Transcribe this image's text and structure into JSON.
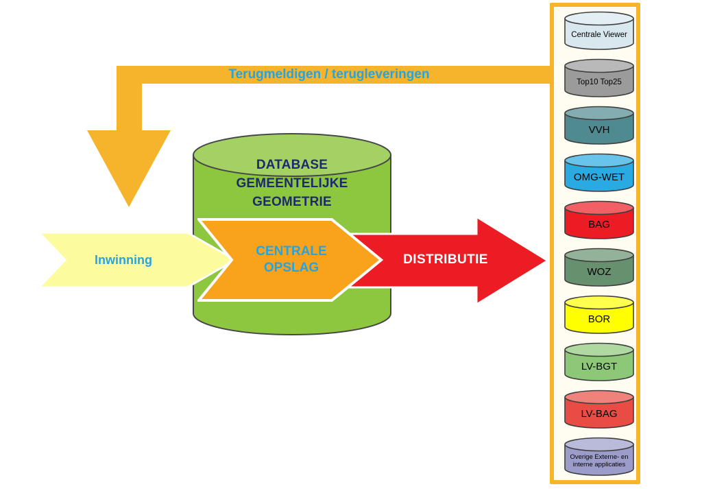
{
  "feedback": {
    "label": "Terugmeldigen / terugleveringen",
    "color": "#F6B42C"
  },
  "database": {
    "title": "DATABASE\nGEMEENTELIJKE\nGEOMETRIE",
    "color": "#8DC63F",
    "top_color": "#A3D163",
    "title_color": "#1B2A6E"
  },
  "arrows": {
    "inwinning": {
      "label": "Inwinning",
      "color": "#FCFC9E"
    },
    "centrale_opslag": {
      "label": "CENTRALE\nOPSLAG",
      "color": "#F9A21C"
    },
    "distributie": {
      "label": "DISTRIBUTIE",
      "color": "#EC1C24"
    }
  },
  "text_accent_color": "#29A3DC",
  "applications_column": {
    "border_color": "#F6B42C",
    "background": "#FFFDF2",
    "items": [
      {
        "label": "Centrale Viewer",
        "color": "#D9E8EF"
      },
      {
        "label": "Top10 Top25",
        "color": "#9B9B9B"
      },
      {
        "label": "VVH",
        "color": "#4E8A8F"
      },
      {
        "label": "OMG-WET",
        "color": "#29ABE2"
      },
      {
        "label": "BAG",
        "color": "#EC1C24"
      },
      {
        "label": "WOZ",
        "color": "#66906E"
      },
      {
        "label": "BOR",
        "color": "#FFFF00"
      },
      {
        "label": "LV-BGT",
        "color": "#8DC878"
      },
      {
        "label": "LV-BAG",
        "color": "#E94C44"
      },
      {
        "label": "Overige Externe- en\ninterne applicaties",
        "color": "#9C9CCB"
      }
    ]
  }
}
